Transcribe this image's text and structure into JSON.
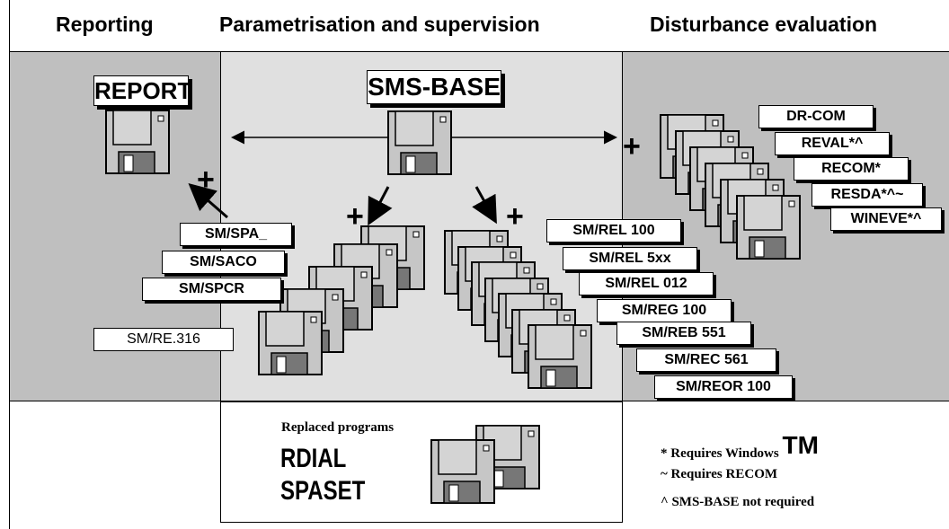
{
  "sections": {
    "reporting": "Reporting",
    "parametrisation": "Parametrisation and supervision",
    "disturbance": "Disturbance evaluation"
  },
  "reporting": {
    "report_label": "REPORT",
    "program_labels": [
      "SM/SPA_",
      "SM/SACO",
      "SM/SPCR"
    ],
    "legacy_label": "SM/RE.316"
  },
  "parametrisation": {
    "base_label": "SMS-BASE",
    "program_labels": [
      "SM/REL 100",
      "SM/REL 5xx",
      "SM/REL 012",
      "SM/REG 100",
      "SM/REB 551",
      "SM/REC 561",
      "SM/REOR 100"
    ]
  },
  "disturbance": {
    "program_labels": [
      "DR-COM",
      "REVAL*^",
      "RECOM*",
      "RESDA*^~",
      "WINEVE*^"
    ]
  },
  "replaced": {
    "title": "Replaced programs",
    "programs": [
      "RDIAL",
      "SPASET"
    ]
  },
  "footnotes": {
    "windows_prefix": "* Requires Windows",
    "windows_tm": "TM",
    "recom": "~ Requires RECOM",
    "base": "^ SMS-BASE not required"
  },
  "symbols": {
    "plus": "+"
  },
  "colors": {
    "panel_dark": "#bfbfbf",
    "panel_light": "#e0e0e0",
    "disk": "#c6c6c6",
    "shutter": "#777777"
  }
}
